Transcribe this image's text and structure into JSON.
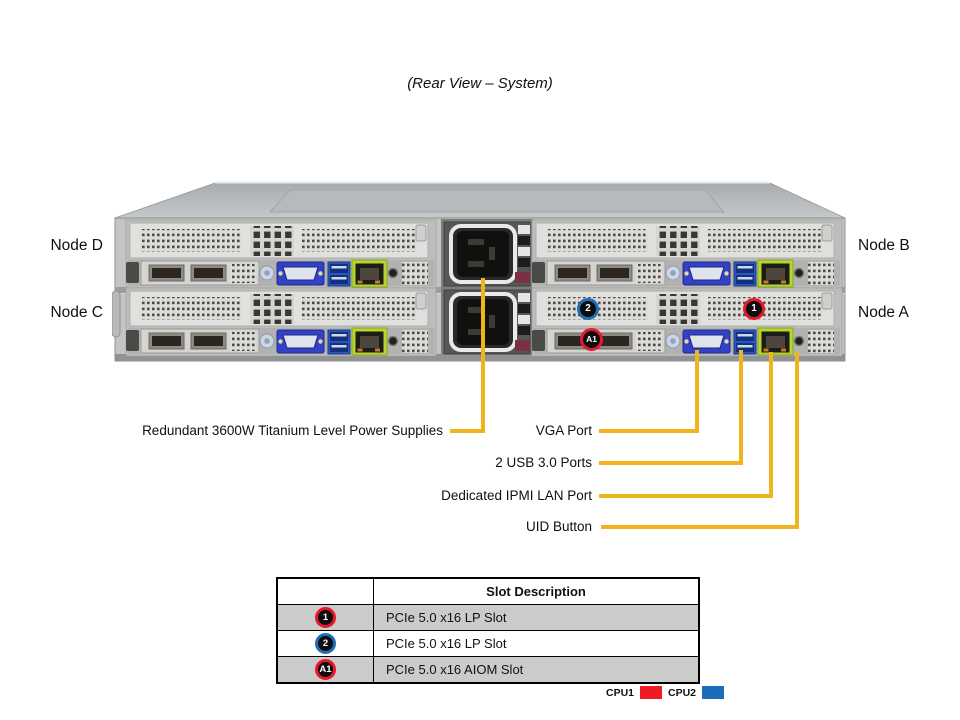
{
  "title": "(Rear View – System)",
  "chassis": {
    "node_labels": [
      {
        "id": "node-d",
        "label": "Node D"
      },
      {
        "id": "node-c",
        "label": "Node C"
      },
      {
        "id": "node-b",
        "label": "Node B"
      },
      {
        "id": "node-a",
        "label": "Node A"
      }
    ],
    "badges": [
      {
        "id": "slot-2",
        "label": "2",
        "ring_color": "#1e6db6"
      },
      {
        "id": "slot-1",
        "label": "1",
        "ring_color": "#e8192c"
      },
      {
        "id": "slot-a1",
        "label": "A1",
        "ring_color": "#e8192c"
      }
    ]
  },
  "callouts": {
    "psu_label": "Redundant 3600W Titanium Level Power Supplies",
    "vga_label": "VGA Port",
    "usb_label": "2 USB 3.0 Ports",
    "ipmi_label": "Dedicated IPMI LAN Port",
    "uid_label": "UID Button",
    "line_color": "#f0b41c"
  },
  "slot_table": {
    "header": "Slot Description",
    "rows": [
      {
        "badge": "1",
        "ring_color": "#e8192c",
        "description": "PCIe 5.0 x16 LP Slot"
      },
      {
        "badge": "2",
        "ring_color": "#1e6db6",
        "description": "PCIe 5.0 x16 LP Slot"
      },
      {
        "badge": "A1",
        "ring_color": "#e8192c",
        "description": "PCIe 5.0 x16 AIOM Slot"
      }
    ]
  },
  "legend": {
    "items": [
      {
        "label": "CPU1",
        "color": "#ed1c24"
      },
      {
        "label": "CPU2",
        "color": "#1c6cba"
      }
    ]
  }
}
